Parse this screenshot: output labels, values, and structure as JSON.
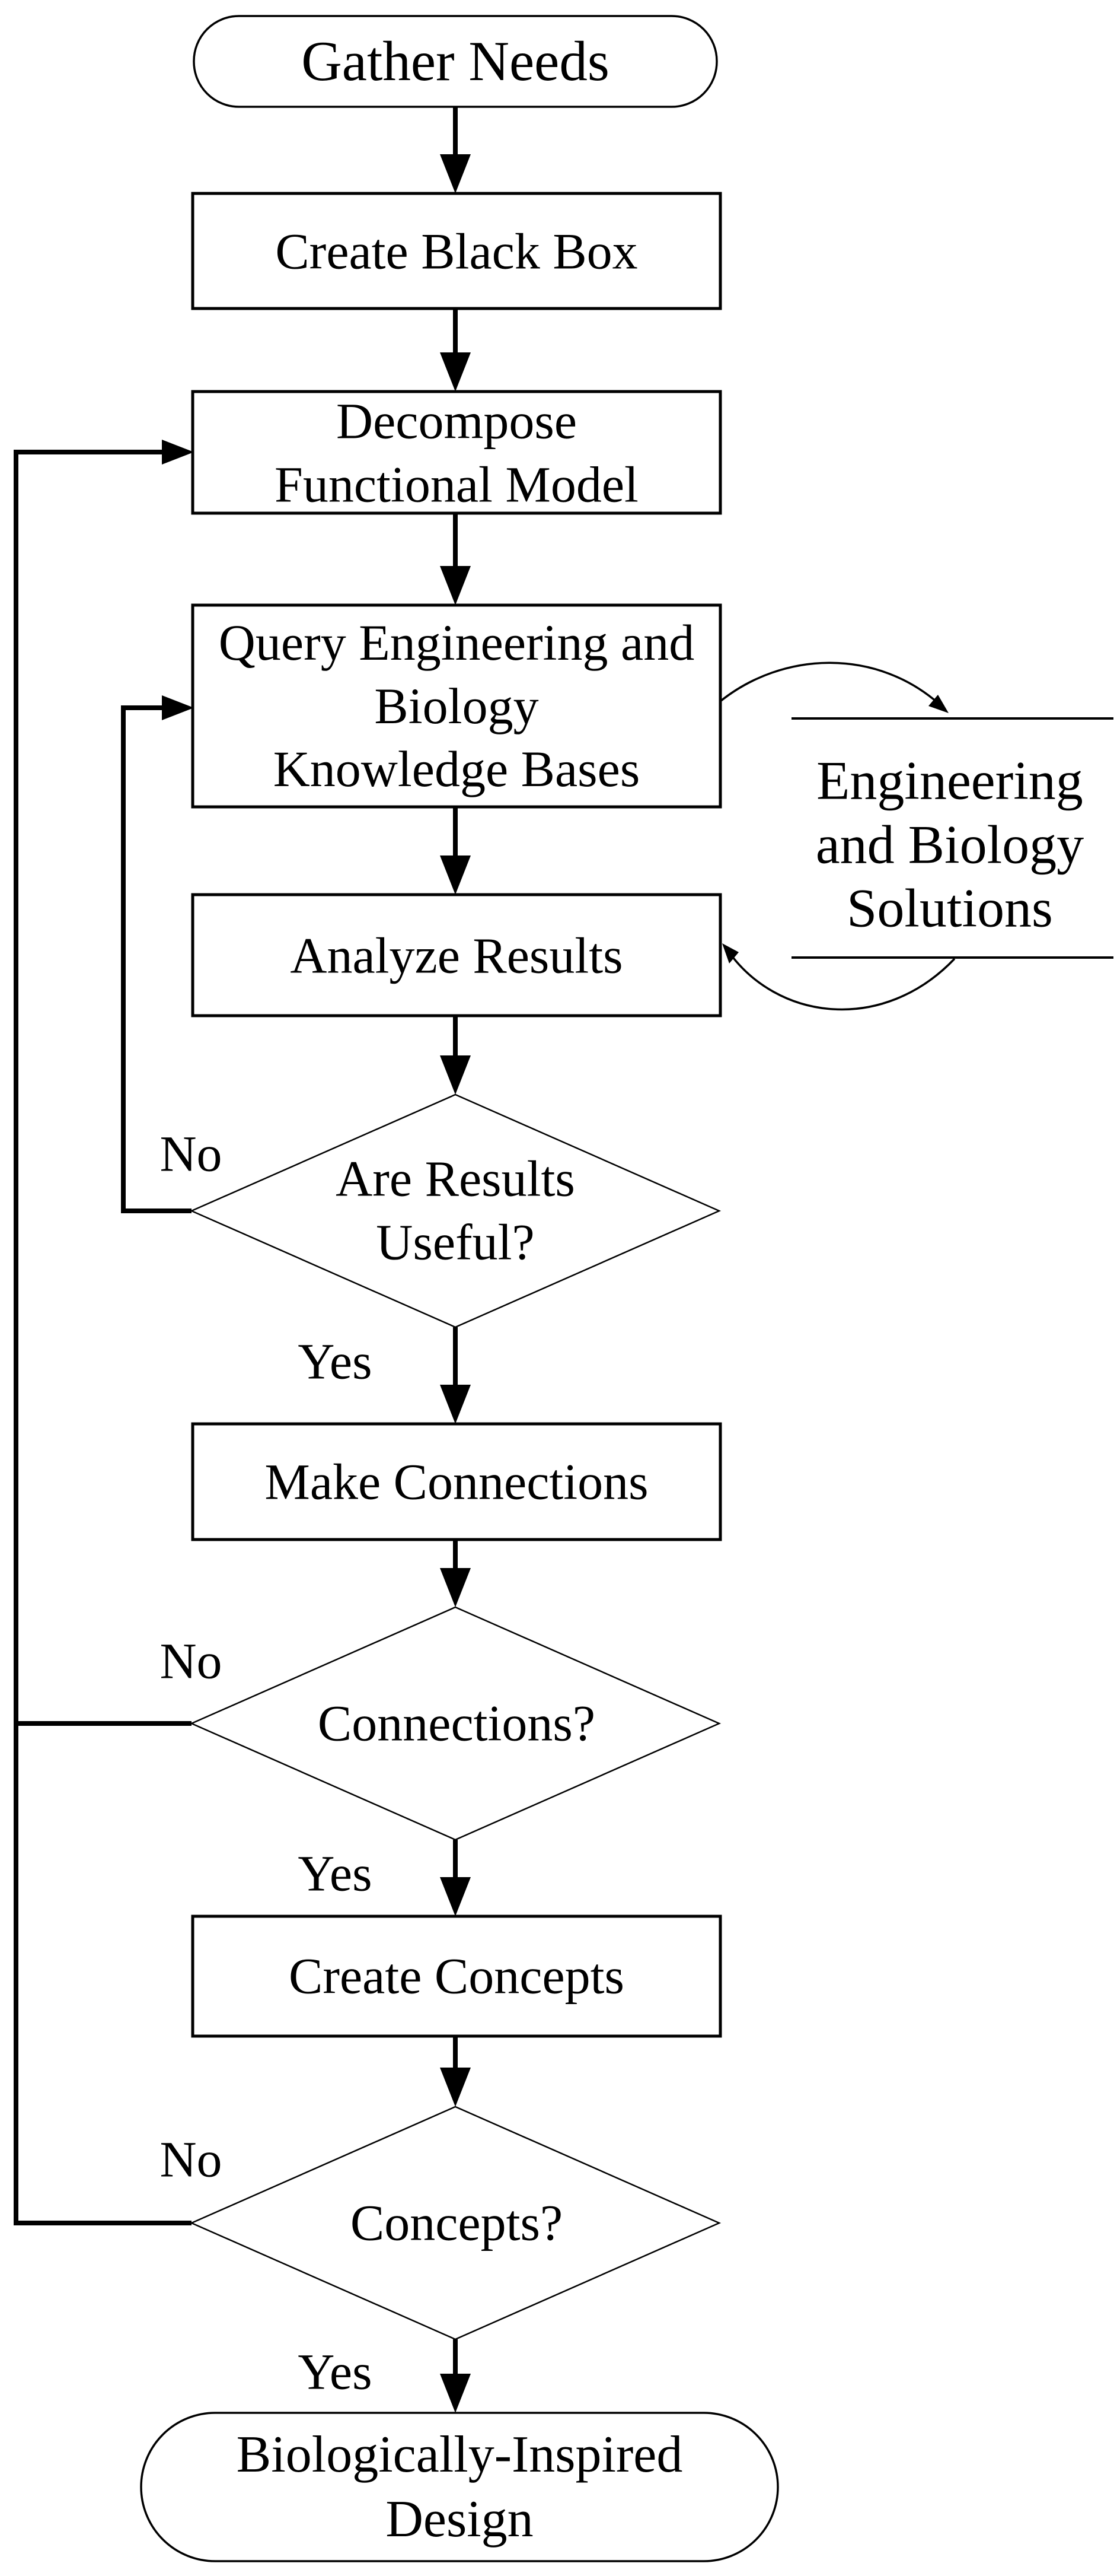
{
  "diagram": {
    "type": "flowchart",
    "background_color": "#ffffff",
    "ink_color": "#000000"
  },
  "labels": {
    "yes": "Yes",
    "no": "No"
  },
  "nodes": {
    "start": {
      "type": "terminator",
      "lines": [
        "Gather Needs"
      ]
    },
    "create_black_box": {
      "type": "process",
      "lines": [
        "Create Black Box"
      ]
    },
    "decompose": {
      "type": "process",
      "lines": [
        "Decompose",
        "Functional Model"
      ]
    },
    "query": {
      "type": "process",
      "lines": [
        "Query Engineering and",
        "Biology",
        "Knowledge Bases"
      ]
    },
    "analyze": {
      "type": "process",
      "lines": [
        "Analyze Results"
      ]
    },
    "results_useful": {
      "type": "decision",
      "lines": [
        "Are Results",
        "Useful?"
      ]
    },
    "make_connections": {
      "type": "process",
      "lines": [
        "Make Connections"
      ]
    },
    "connections": {
      "type": "decision",
      "lines": [
        "Connections?"
      ]
    },
    "create_concepts": {
      "type": "process",
      "lines": [
        "Create Concepts"
      ]
    },
    "concepts": {
      "type": "decision",
      "lines": [
        "Concepts?"
      ]
    },
    "end": {
      "type": "terminator",
      "lines": [
        "Biologically-Inspired",
        "Design"
      ]
    },
    "solutions_store": {
      "type": "data-store",
      "lines": [
        "Engineering",
        "and Biology",
        "Solutions"
      ]
    }
  },
  "edges": [
    {
      "from": "start",
      "to": "create_black_box"
    },
    {
      "from": "create_black_box",
      "to": "decompose"
    },
    {
      "from": "decompose",
      "to": "query"
    },
    {
      "from": "query",
      "to": "analyze"
    },
    {
      "from": "query",
      "to": "solutions_store"
    },
    {
      "from": "solutions_store",
      "to": "analyze"
    },
    {
      "from": "analyze",
      "to": "results_useful"
    },
    {
      "from": "results_useful",
      "to": "query",
      "label": "No"
    },
    {
      "from": "results_useful",
      "to": "make_connections",
      "label": "Yes"
    },
    {
      "from": "make_connections",
      "to": "connections"
    },
    {
      "from": "connections",
      "to": "decompose",
      "label": "No"
    },
    {
      "from": "connections",
      "to": "create_concepts",
      "label": "Yes"
    },
    {
      "from": "create_concepts",
      "to": "concepts"
    },
    {
      "from": "concepts",
      "to": "decompose",
      "label": "No"
    },
    {
      "from": "concepts",
      "to": "end",
      "label": "Yes"
    }
  ]
}
